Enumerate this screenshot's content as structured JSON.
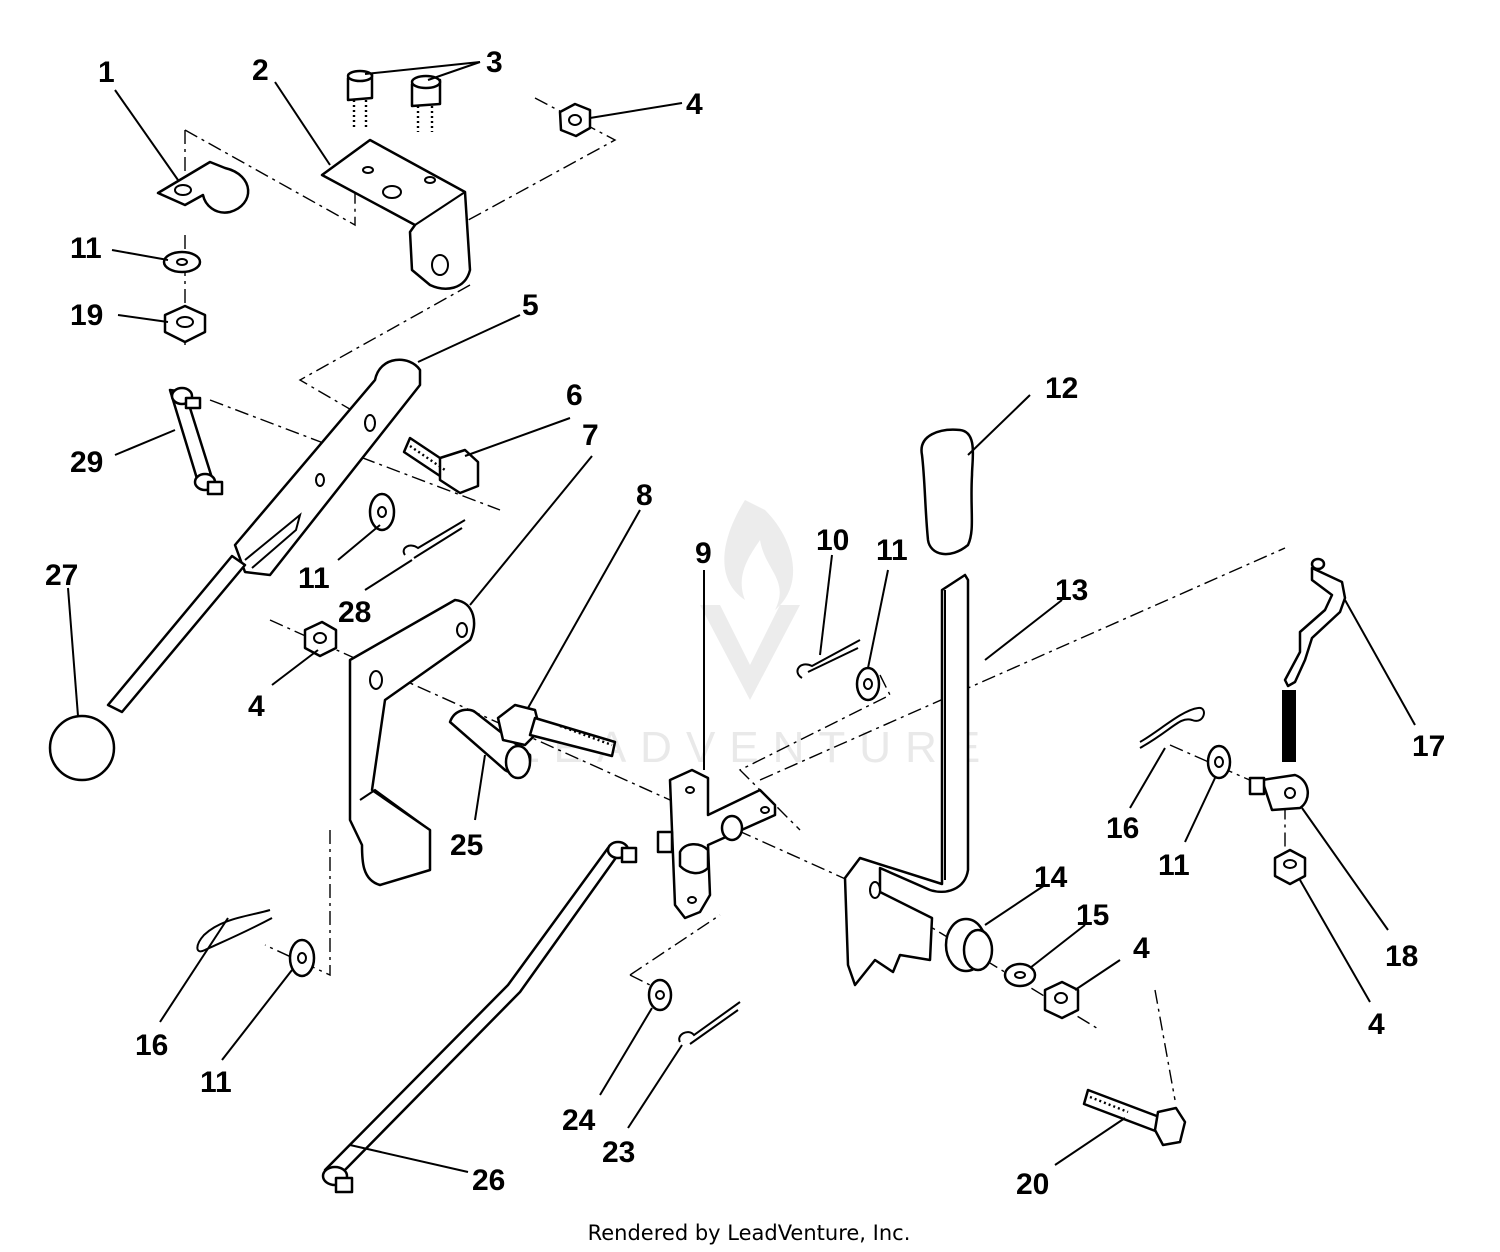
{
  "diagram": {
    "callouts": [
      {
        "id": "c1",
        "text": "1"
      },
      {
        "id": "c2",
        "text": "2"
      },
      {
        "id": "c3",
        "text": "3"
      },
      {
        "id": "c4a",
        "text": "4"
      },
      {
        "id": "c11a",
        "text": "11"
      },
      {
        "id": "c19",
        "text": "19"
      },
      {
        "id": "c5",
        "text": "5"
      },
      {
        "id": "c6",
        "text": "6"
      },
      {
        "id": "c7",
        "text": "7"
      },
      {
        "id": "c29",
        "text": "29"
      },
      {
        "id": "c12",
        "text": "12"
      },
      {
        "id": "c8",
        "text": "8"
      },
      {
        "id": "c9",
        "text": "9"
      },
      {
        "id": "c10",
        "text": "10"
      },
      {
        "id": "c11b",
        "text": "11"
      },
      {
        "id": "c27",
        "text": "27"
      },
      {
        "id": "c11c",
        "text": "11"
      },
      {
        "id": "c28",
        "text": "28"
      },
      {
        "id": "c13",
        "text": "13"
      },
      {
        "id": "c4b",
        "text": "4"
      },
      {
        "id": "c17",
        "text": "17"
      },
      {
        "id": "c25",
        "text": "25"
      },
      {
        "id": "c16a",
        "text": "16"
      },
      {
        "id": "c11d",
        "text": "11"
      },
      {
        "id": "c14",
        "text": "14"
      },
      {
        "id": "c15",
        "text": "15"
      },
      {
        "id": "c4c",
        "text": "4"
      },
      {
        "id": "c18",
        "text": "18"
      },
      {
        "id": "c16b",
        "text": "16"
      },
      {
        "id": "c11e",
        "text": "11"
      },
      {
        "id": "c4d",
        "text": "4"
      },
      {
        "id": "c24",
        "text": "24"
      },
      {
        "id": "c23",
        "text": "23"
      },
      {
        "id": "c20",
        "text": "20"
      },
      {
        "id": "c26",
        "text": "26"
      }
    ]
  },
  "watermark": "LEADVENTURE",
  "footer": "Rendered by LeadVenture, Inc."
}
